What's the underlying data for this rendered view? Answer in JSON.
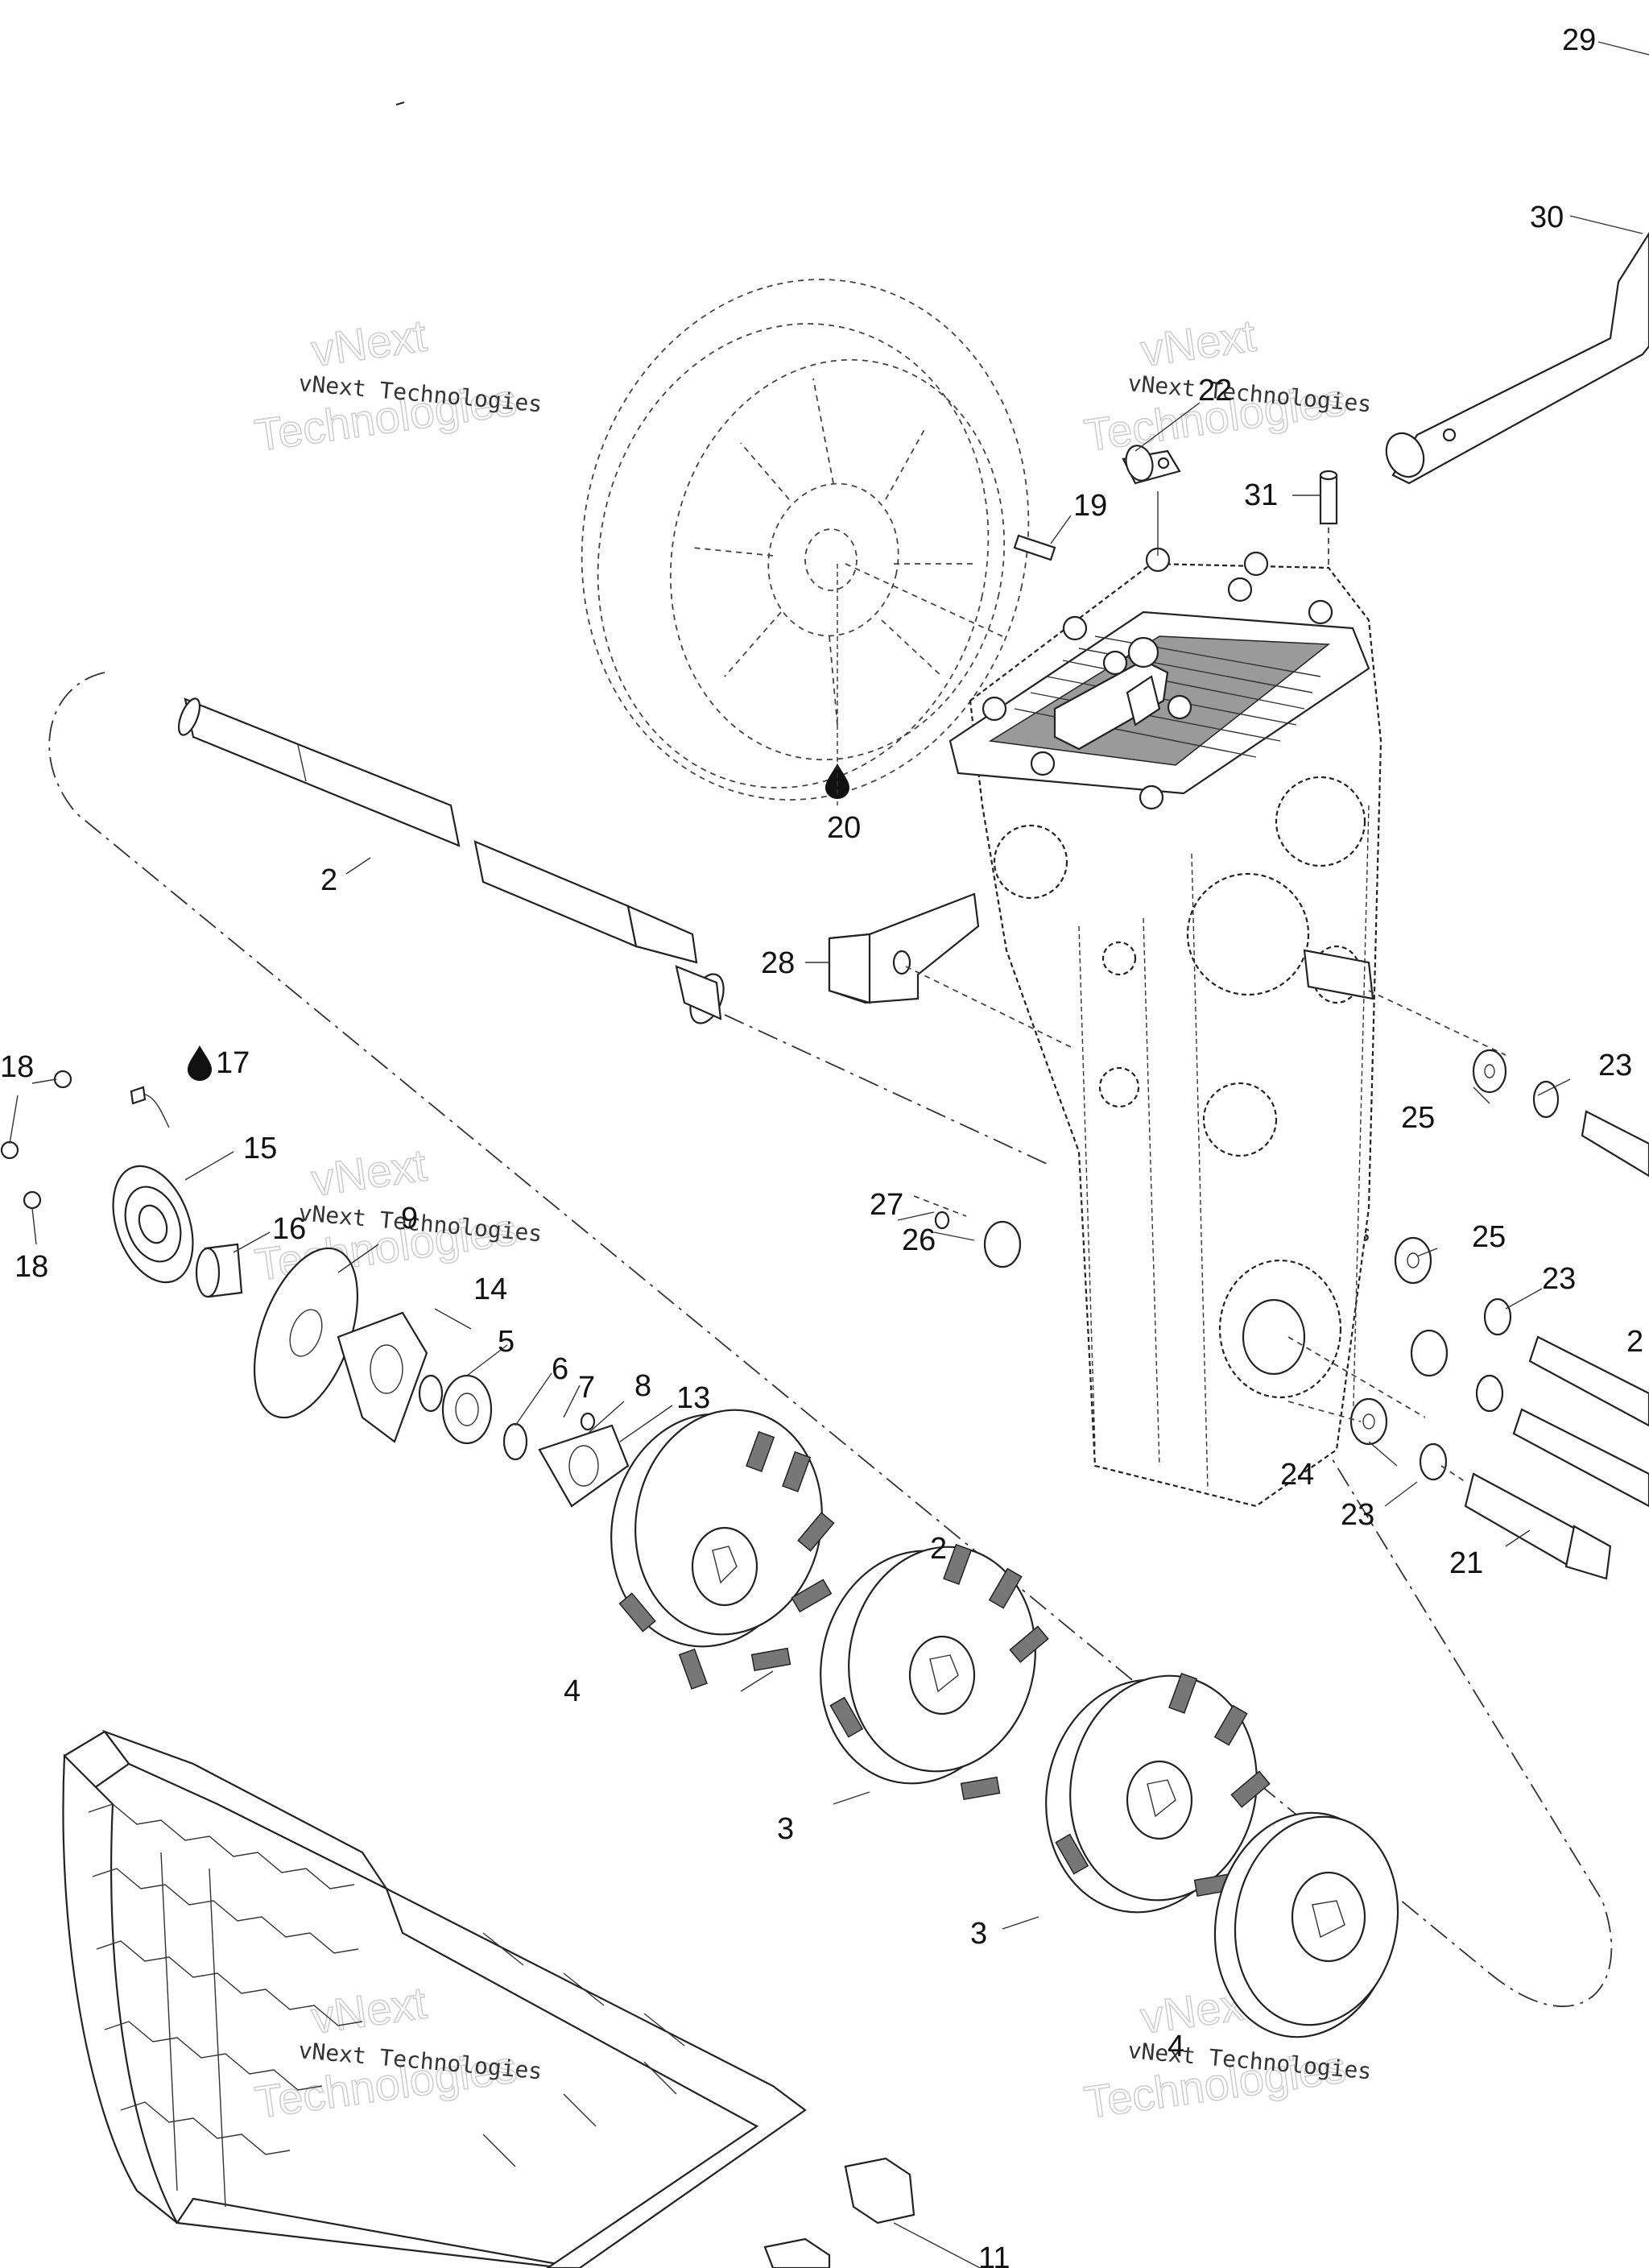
{
  "diagram": {
    "watermark_small": "vNext Technologies",
    "watermark_large_1": "vNext",
    "watermark_large_2": "Technologies",
    "labels": [
      "29",
      "30",
      "22",
      "19",
      "31",
      "20",
      "2",
      "28",
      "18",
      "17",
      "15",
      "16",
      "9",
      "14",
      "5",
      "6",
      "7",
      "8",
      "13",
      "4",
      "25",
      "23",
      "27",
      "26",
      "25",
      "23",
      "24",
      "23",
      "21",
      "2",
      "3",
      "3",
      "4",
      "11",
      "18",
      "2"
    ],
    "lubricant_icon": "oil-drop-icon"
  }
}
